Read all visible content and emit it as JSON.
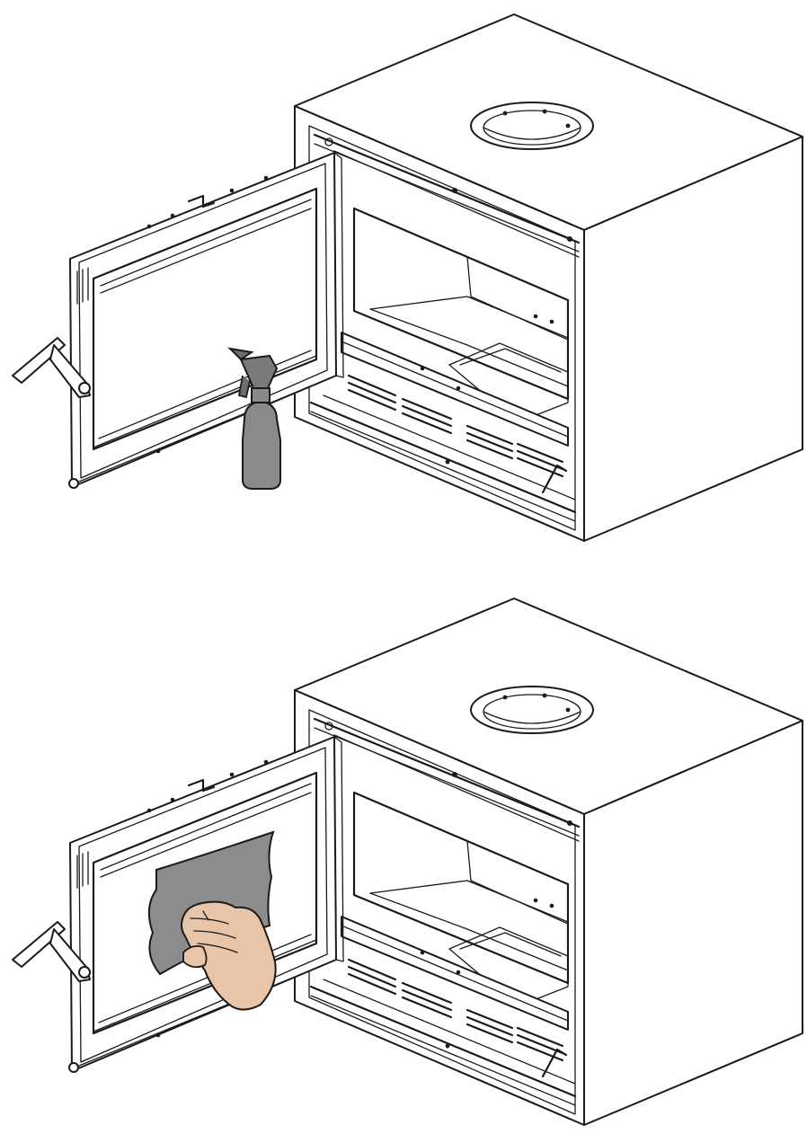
{
  "figure": {
    "panels": [
      {
        "step": "spray-cleaner-on-door-glass",
        "object": "wood-burning-insert-stove",
        "tool": "spray-bottle-icon"
      },
      {
        "step": "wipe-door-glass-with-cloth",
        "object": "wood-burning-insert-stove",
        "tool": "cloth-icon"
      }
    ],
    "colors": {
      "line": "#1a1a1a",
      "background": "#ffffff",
      "bottle": "#8a8a8a",
      "cloth": "#8c8c8c",
      "hand": "#e8c4a8"
    }
  }
}
